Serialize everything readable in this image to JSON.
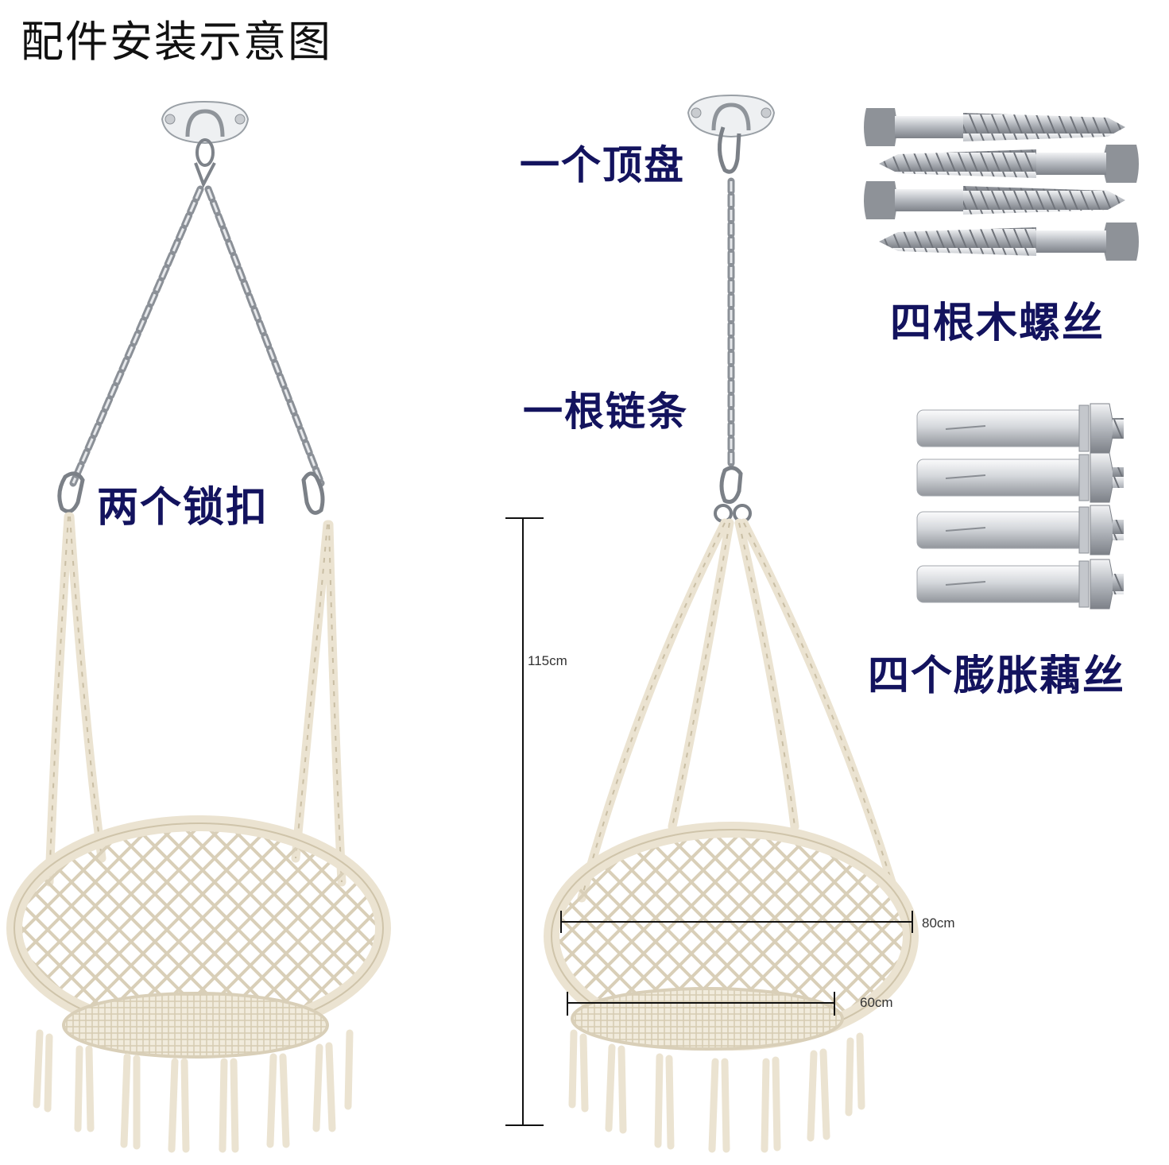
{
  "title": "配件安装示意图",
  "labels": {
    "ceiling_plate": "一个顶盘",
    "chain": "一根链条",
    "locks": "两个锁扣",
    "wood_screws": "四根木螺丝",
    "expansion_bolts": "四个膨胀藕丝"
  },
  "dimensions": {
    "height": "115cm",
    "outer_width": "80cm",
    "seat_width": "60cm"
  },
  "colors": {
    "label": "#13135e",
    "rope": "#ebe3d1",
    "metal": "#b8bcc2"
  },
  "icons": [
    "ceiling-plate-icon",
    "chain-icon",
    "carabiner-icon",
    "wood-screw-icon",
    "expansion-bolt-icon",
    "hammock-chair-icon"
  ]
}
